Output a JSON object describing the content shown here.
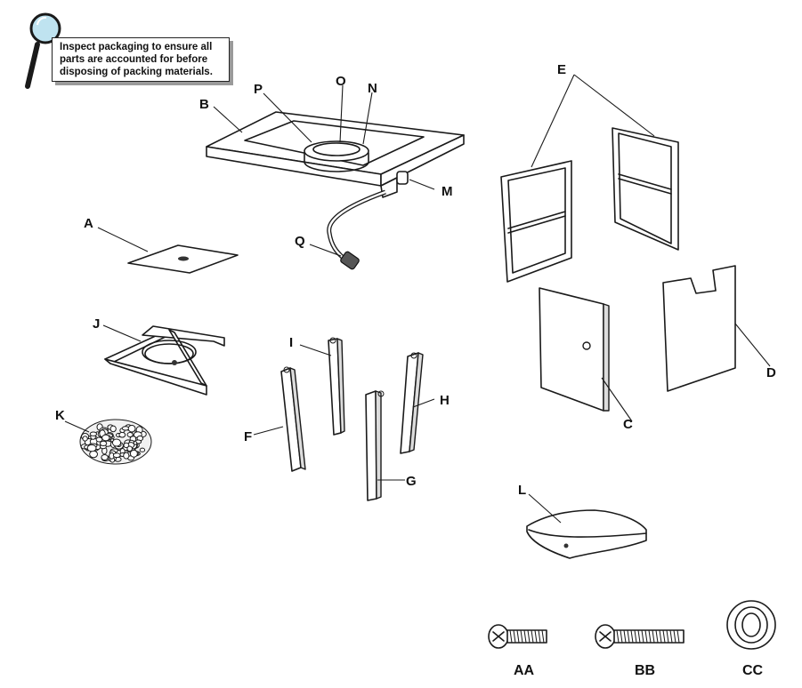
{
  "note": {
    "text": "Inspect packaging to ensure all parts are accounted for before disposing of packing materials."
  },
  "labels": {
    "A": "A",
    "B": "B",
    "C": "C",
    "D": "D",
    "E": "E",
    "F": "F",
    "G": "G",
    "H": "H",
    "I": "I",
    "J": "J",
    "K": "K",
    "L": "L",
    "M": "M",
    "N": "N",
    "O": "O",
    "P": "P",
    "Q": "Q",
    "AA": "AA",
    "BB": "BB",
    "CC": "CC"
  },
  "icons": [
    "magnifier-icon"
  ]
}
